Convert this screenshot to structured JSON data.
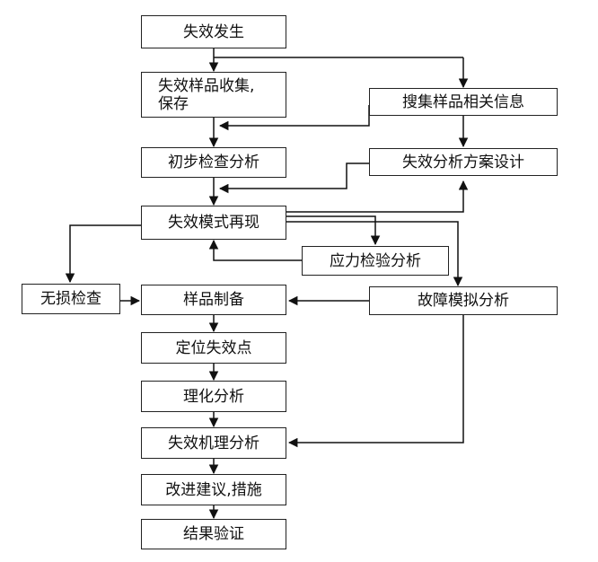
{
  "diagram": {
    "nodes": {
      "failure_occurs": "失效发生",
      "collect_samples": "失效样品收集,\n保存",
      "search_info": "搜集样品相关信息",
      "preliminary_inspection": "初步检查分析",
      "analysis_plan": "失效分析方案设计",
      "reproduce_mode": "失效模式再现",
      "stress_test": "应力检验分析",
      "nondestructive": "无损检查",
      "sample_prep": "样品制备",
      "fault_simulation": "故障模拟分析",
      "locate_point": "定位失效点",
      "physchem": "理化分析",
      "mechanism": "失效机理分析",
      "improvement": "改进建议,措施",
      "verification": "结果验证"
    }
  }
}
